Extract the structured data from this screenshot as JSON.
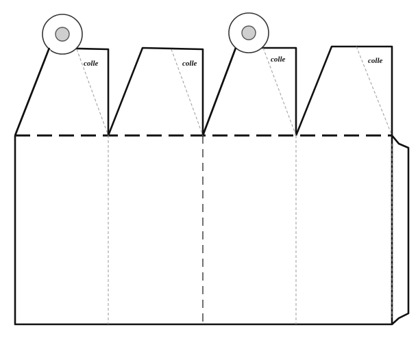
{
  "template": {
    "glue_tabs": [
      {
        "label": "colle"
      },
      {
        "label": "colle"
      },
      {
        "label": "colle"
      },
      {
        "label": "colle"
      }
    ]
  },
  "colors": {
    "cut_line": "#111111",
    "fold_line": "#9a9a9a",
    "hole_fill": "#cfcfcf"
  }
}
